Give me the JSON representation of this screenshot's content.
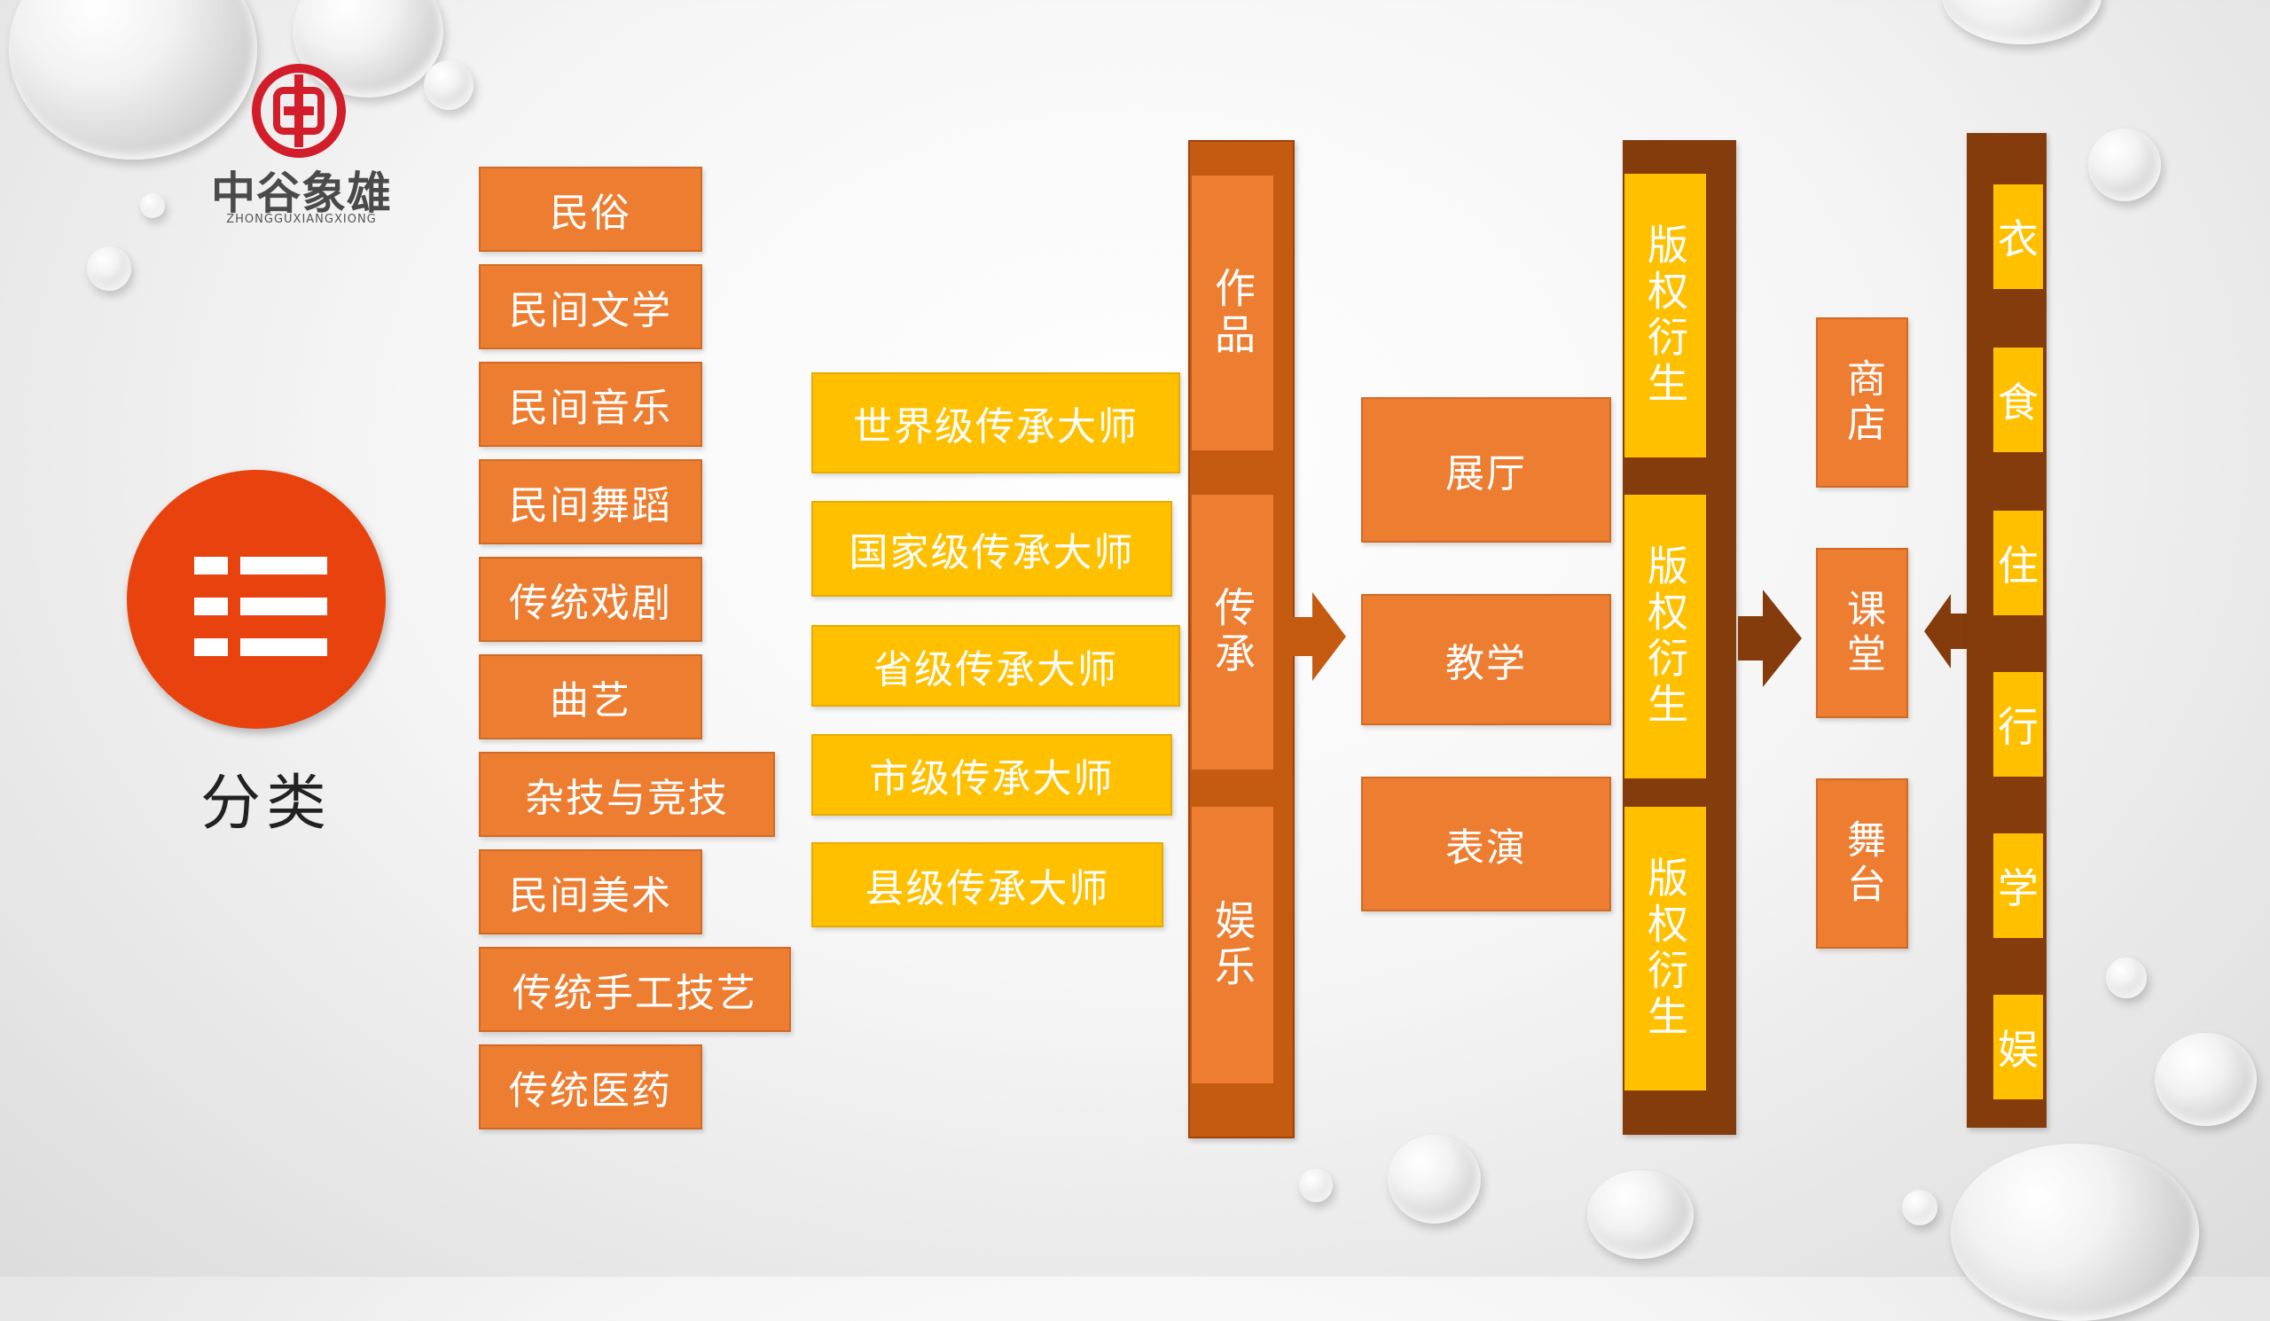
{
  "logo": {
    "name": "中谷象雄",
    "subtitle": "ZHONGGUXIANGXIONG",
    "color": "#D11E2A"
  },
  "category": {
    "label": "分类",
    "icon": "list-icon",
    "circle_color": "#E8430E"
  },
  "folk_categories": [
    "民俗",
    "民间文学",
    "民间音乐",
    "民间舞蹈",
    "传统戏剧",
    "曲艺",
    "杂技与竞技",
    "民间美术",
    "传统手工技艺",
    "传统医药"
  ],
  "masters": [
    "世界级传承大师",
    "国家级传承大师",
    "省级传承大师",
    "市级传承大师",
    "县级传承大师"
  ],
  "column1": [
    "作品",
    "传承",
    "娱乐"
  ],
  "venues": [
    "展厅",
    "教学",
    "表演"
  ],
  "column2": [
    "版权衍生",
    "版权衍生",
    "版权衍生"
  ],
  "outlets": [
    "商店",
    "课堂",
    "舞台"
  ],
  "column3": [
    "衣",
    "食",
    "住",
    "行",
    "学",
    "娱"
  ],
  "colors": {
    "orange": "#ED7D31",
    "yellow": "#FFC000",
    "dark_orange": "#C55A11",
    "brown": "#843C0C"
  }
}
